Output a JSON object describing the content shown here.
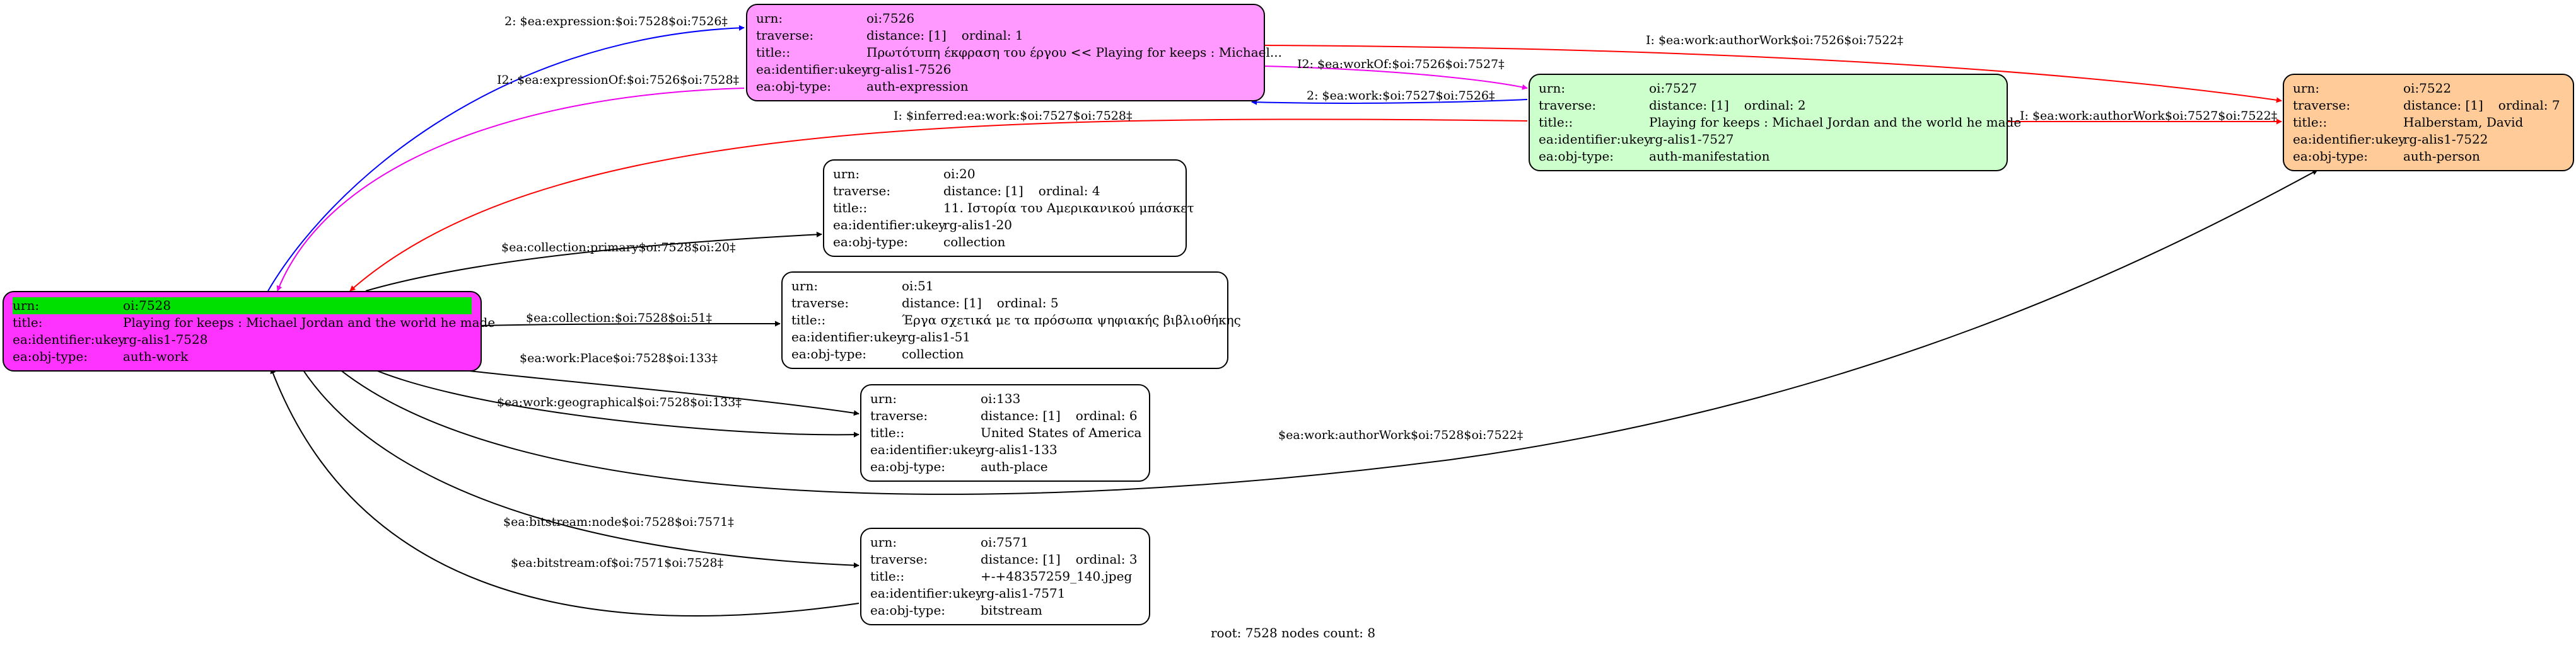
{
  "colors": {
    "root": "#ff33ff",
    "root_urn": "#00e000",
    "expression": "#ff99ff",
    "manifestation": "#ccffcc",
    "person": "#ffcc99",
    "plain": "#ffffff",
    "edge_blue": "#0000ff",
    "edge_magenta": "#ee00ee",
    "edge_red": "#ff0000",
    "edge_black": "#000000"
  },
  "nodes": {
    "n7528": {
      "urn": {
        "key": "urn:",
        "value": "oi:7528"
      },
      "title": {
        "key": "title:",
        "value": "Playing for keeps : Michael Jordan and the world he made"
      },
      "ukey": {
        "key": "ea:identifier:ukey",
        "value": "rg-alis1-7528"
      },
      "type": {
        "key": "ea:obj-type:",
        "value": "auth-work"
      }
    },
    "n7526": {
      "urn": {
        "key": "urn:",
        "value": "oi:7526"
      },
      "traverse": {
        "key": "traverse:",
        "distance": "distance: [1]",
        "ordinal": "ordinal: 1"
      },
      "title": {
        "key": "title::",
        "value": "Πρωτότυπη έκφραση του έργου << Playing for keeps : Michael..."
      },
      "ukey": {
        "key": "ea:identifier:ukey",
        "value": "rg-alis1-7526"
      },
      "type": {
        "key": "ea:obj-type:",
        "value": "auth-expression"
      }
    },
    "n7527": {
      "urn": {
        "key": "urn:",
        "value": "oi:7527"
      },
      "traverse": {
        "key": "traverse:",
        "distance": "distance: [1]",
        "ordinal": "ordinal: 2"
      },
      "title": {
        "key": "title::",
        "value": "Playing for keeps : Michael Jordan and the world he made"
      },
      "ukey": {
        "key": "ea:identifier:ukey",
        "value": "rg-alis1-7527"
      },
      "type": {
        "key": "ea:obj-type:",
        "value": "auth-manifestation"
      }
    },
    "n7522": {
      "urn": {
        "key": "urn:",
        "value": "oi:7522"
      },
      "traverse": {
        "key": "traverse:",
        "distance": "distance: [1]",
        "ordinal": "ordinal: 7"
      },
      "title": {
        "key": "title::",
        "value": "Halberstam, David"
      },
      "ukey": {
        "key": "ea:identifier:ukey",
        "value": "rg-alis1-7522"
      },
      "type": {
        "key": "ea:obj-type:",
        "value": "auth-person"
      }
    },
    "n20": {
      "urn": {
        "key": "urn:",
        "value": "oi:20"
      },
      "traverse": {
        "key": "traverse:",
        "distance": "distance: [1]",
        "ordinal": "ordinal: 4"
      },
      "title": {
        "key": "title::",
        "value": "11. Ιστορία του Αμερικανικού μπάσκετ"
      },
      "ukey": {
        "key": "ea:identifier:ukey",
        "value": "rg-alis1-20"
      },
      "type": {
        "key": "ea:obj-type:",
        "value": "collection"
      }
    },
    "n51": {
      "urn": {
        "key": "urn:",
        "value": "oi:51"
      },
      "traverse": {
        "key": "traverse:",
        "distance": "distance: [1]",
        "ordinal": "ordinal: 5"
      },
      "title": {
        "key": "title::",
        "value": "Έργα σχετικά με τα πρόσωπα ψηφιακής βιβλιοθήκης"
      },
      "ukey": {
        "key": "ea:identifier:ukey",
        "value": "rg-alis1-51"
      },
      "type": {
        "key": "ea:obj-type:",
        "value": "collection"
      }
    },
    "n133": {
      "urn": {
        "key": "urn:",
        "value": "oi:133"
      },
      "traverse": {
        "key": "traverse:",
        "distance": "distance: [1]",
        "ordinal": "ordinal: 6"
      },
      "title": {
        "key": "title::",
        "value": "United States of America"
      },
      "ukey": {
        "key": "ea:identifier:ukey",
        "value": "rg-alis1-133"
      },
      "type": {
        "key": "ea:obj-type:",
        "value": "auth-place"
      }
    },
    "n7571": {
      "urn": {
        "key": "urn:",
        "value": "oi:7571"
      },
      "traverse": {
        "key": "traverse:",
        "distance": "distance: [1]",
        "ordinal": "ordinal: 3"
      },
      "title": {
        "key": "title::",
        "value": "+-+48357259_140.jpeg"
      },
      "ukey": {
        "key": "ea:identifier:ukey",
        "value": "rg-alis1-7571"
      },
      "type": {
        "key": "ea:obj-type:",
        "value": "bitstream"
      }
    }
  },
  "edges": {
    "expression": "2: $ea:expression:$oi:7528$oi:7526‡",
    "expressionOf": "I2: $ea:expressionOf:$oi:7526$oi:7528‡",
    "authorWork7526": "I: $ea:work:authorWork$oi:7526$oi:7522‡",
    "workOf": "I2: $ea:workOf:$oi:7526$oi:7527‡",
    "work7527": "2: $ea:work:$oi:7527$oi:7526‡",
    "inferred": "I: $inferred:ea:work:$oi:7527$oi:7528‡",
    "authorWork7527": "I: $ea:work:authorWork$oi:7527$oi:7522‡",
    "collectionPrimary": "$ea:collection:primary$oi:7528$oi:20‡",
    "collection": "$ea:collection:$oi:7528$oi:51‡",
    "place": "$ea:work:Place$oi:7528$oi:133‡",
    "geographical": "$ea:work:geographical$oi:7528$oi:133‡",
    "authorWork7528": "$ea:work:authorWork$oi:7528$oi:7522‡",
    "node": "$ea:bitstream:node$oi:7528$oi:7571‡",
    "of": "$ea:bitstream:of$oi:7571$oi:7528‡"
  },
  "caption": "root: 7528 nodes count: 8"
}
